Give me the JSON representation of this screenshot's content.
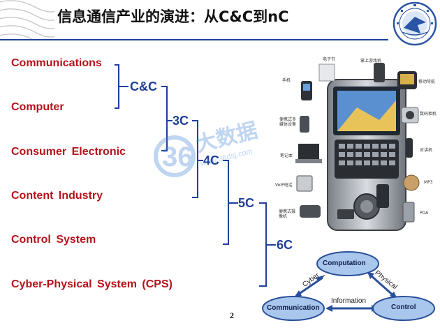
{
  "title": "信息通信产业的演进：从C&C到nC",
  "terms": [
    "Communications",
    "Computer",
    "Consumer  Electronic",
    "Content  Industry",
    "Control  System",
    "Cyber-Physical  System  (CPS)"
  ],
  "stages": [
    "C&C",
    "3C",
    "4C",
    "5C",
    "6C"
  ],
  "devices": {
    "ebook": "电子书",
    "handheld_game": "掌上游戏机",
    "mobile_phone": "手机",
    "car_nav": "移动导航",
    "portable_media": "便携式多\n媒体设备",
    "digital_camera": "数码相机",
    "notebook": "笔记本",
    "walkie_talkie": "对讲机",
    "voip_phone": "VoIP电话",
    "mp3": "MP3",
    "camcorder": "便携式摄\n像机",
    "pda": "PDA"
  },
  "cps": {
    "nodes": {
      "computation": "Computation",
      "communication": "Communication",
      "control": "Control"
    },
    "edges": {
      "cyber": "Cyber",
      "physical": "Physical",
      "information": "Information"
    }
  },
  "watermark": {
    "number": "36",
    "brand": "大数据",
    "url": "www.36dsj.com"
  },
  "page_number": "2",
  "colors": {
    "term_red": "#b5121b",
    "stage_blue": "#1f3f9a",
    "node_fill": "#a9c7ec",
    "node_stroke": "#2a4f9a"
  }
}
